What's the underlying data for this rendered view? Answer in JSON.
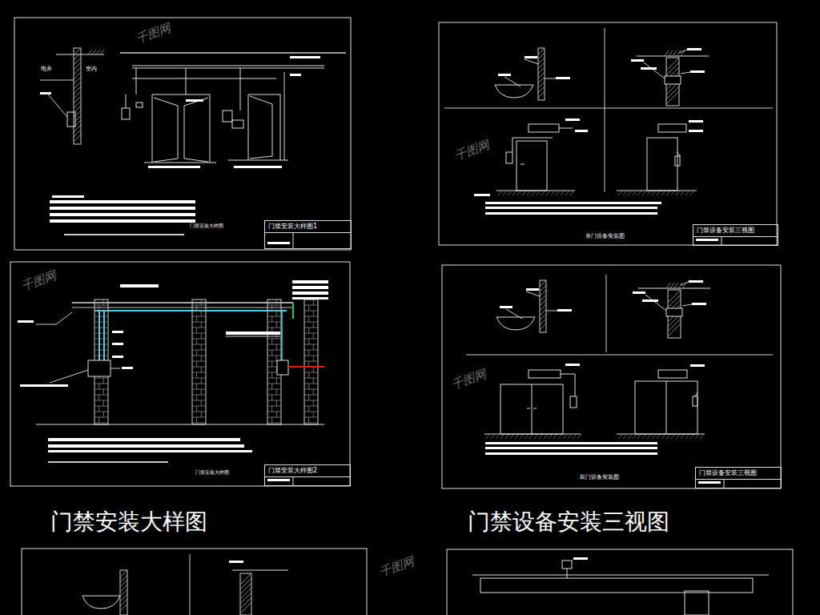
{
  "diagram": {
    "nodes": [
      {
        "text": [
          "门禁安装大样图1"
        ]
      },
      {
        "text": [
          "门禁设备安装三视图"
        ]
      },
      {
        "text": [
          "门禁安装大样图2"
        ]
      },
      {
        "text": [
          "门禁设备安装三视图"
        ]
      }
    ],
    "labels": [
      "电井",
      "室内",
      "门禁安装大样图",
      "单门设备安装图",
      "门禁安装大样图",
      "双门设备安装图",
      "门禁安装大样图",
      "门禁设备安装三视图",
      "千图网",
      "千图网",
      "千图网",
      "千图网",
      "千图网"
    ]
  }
}
